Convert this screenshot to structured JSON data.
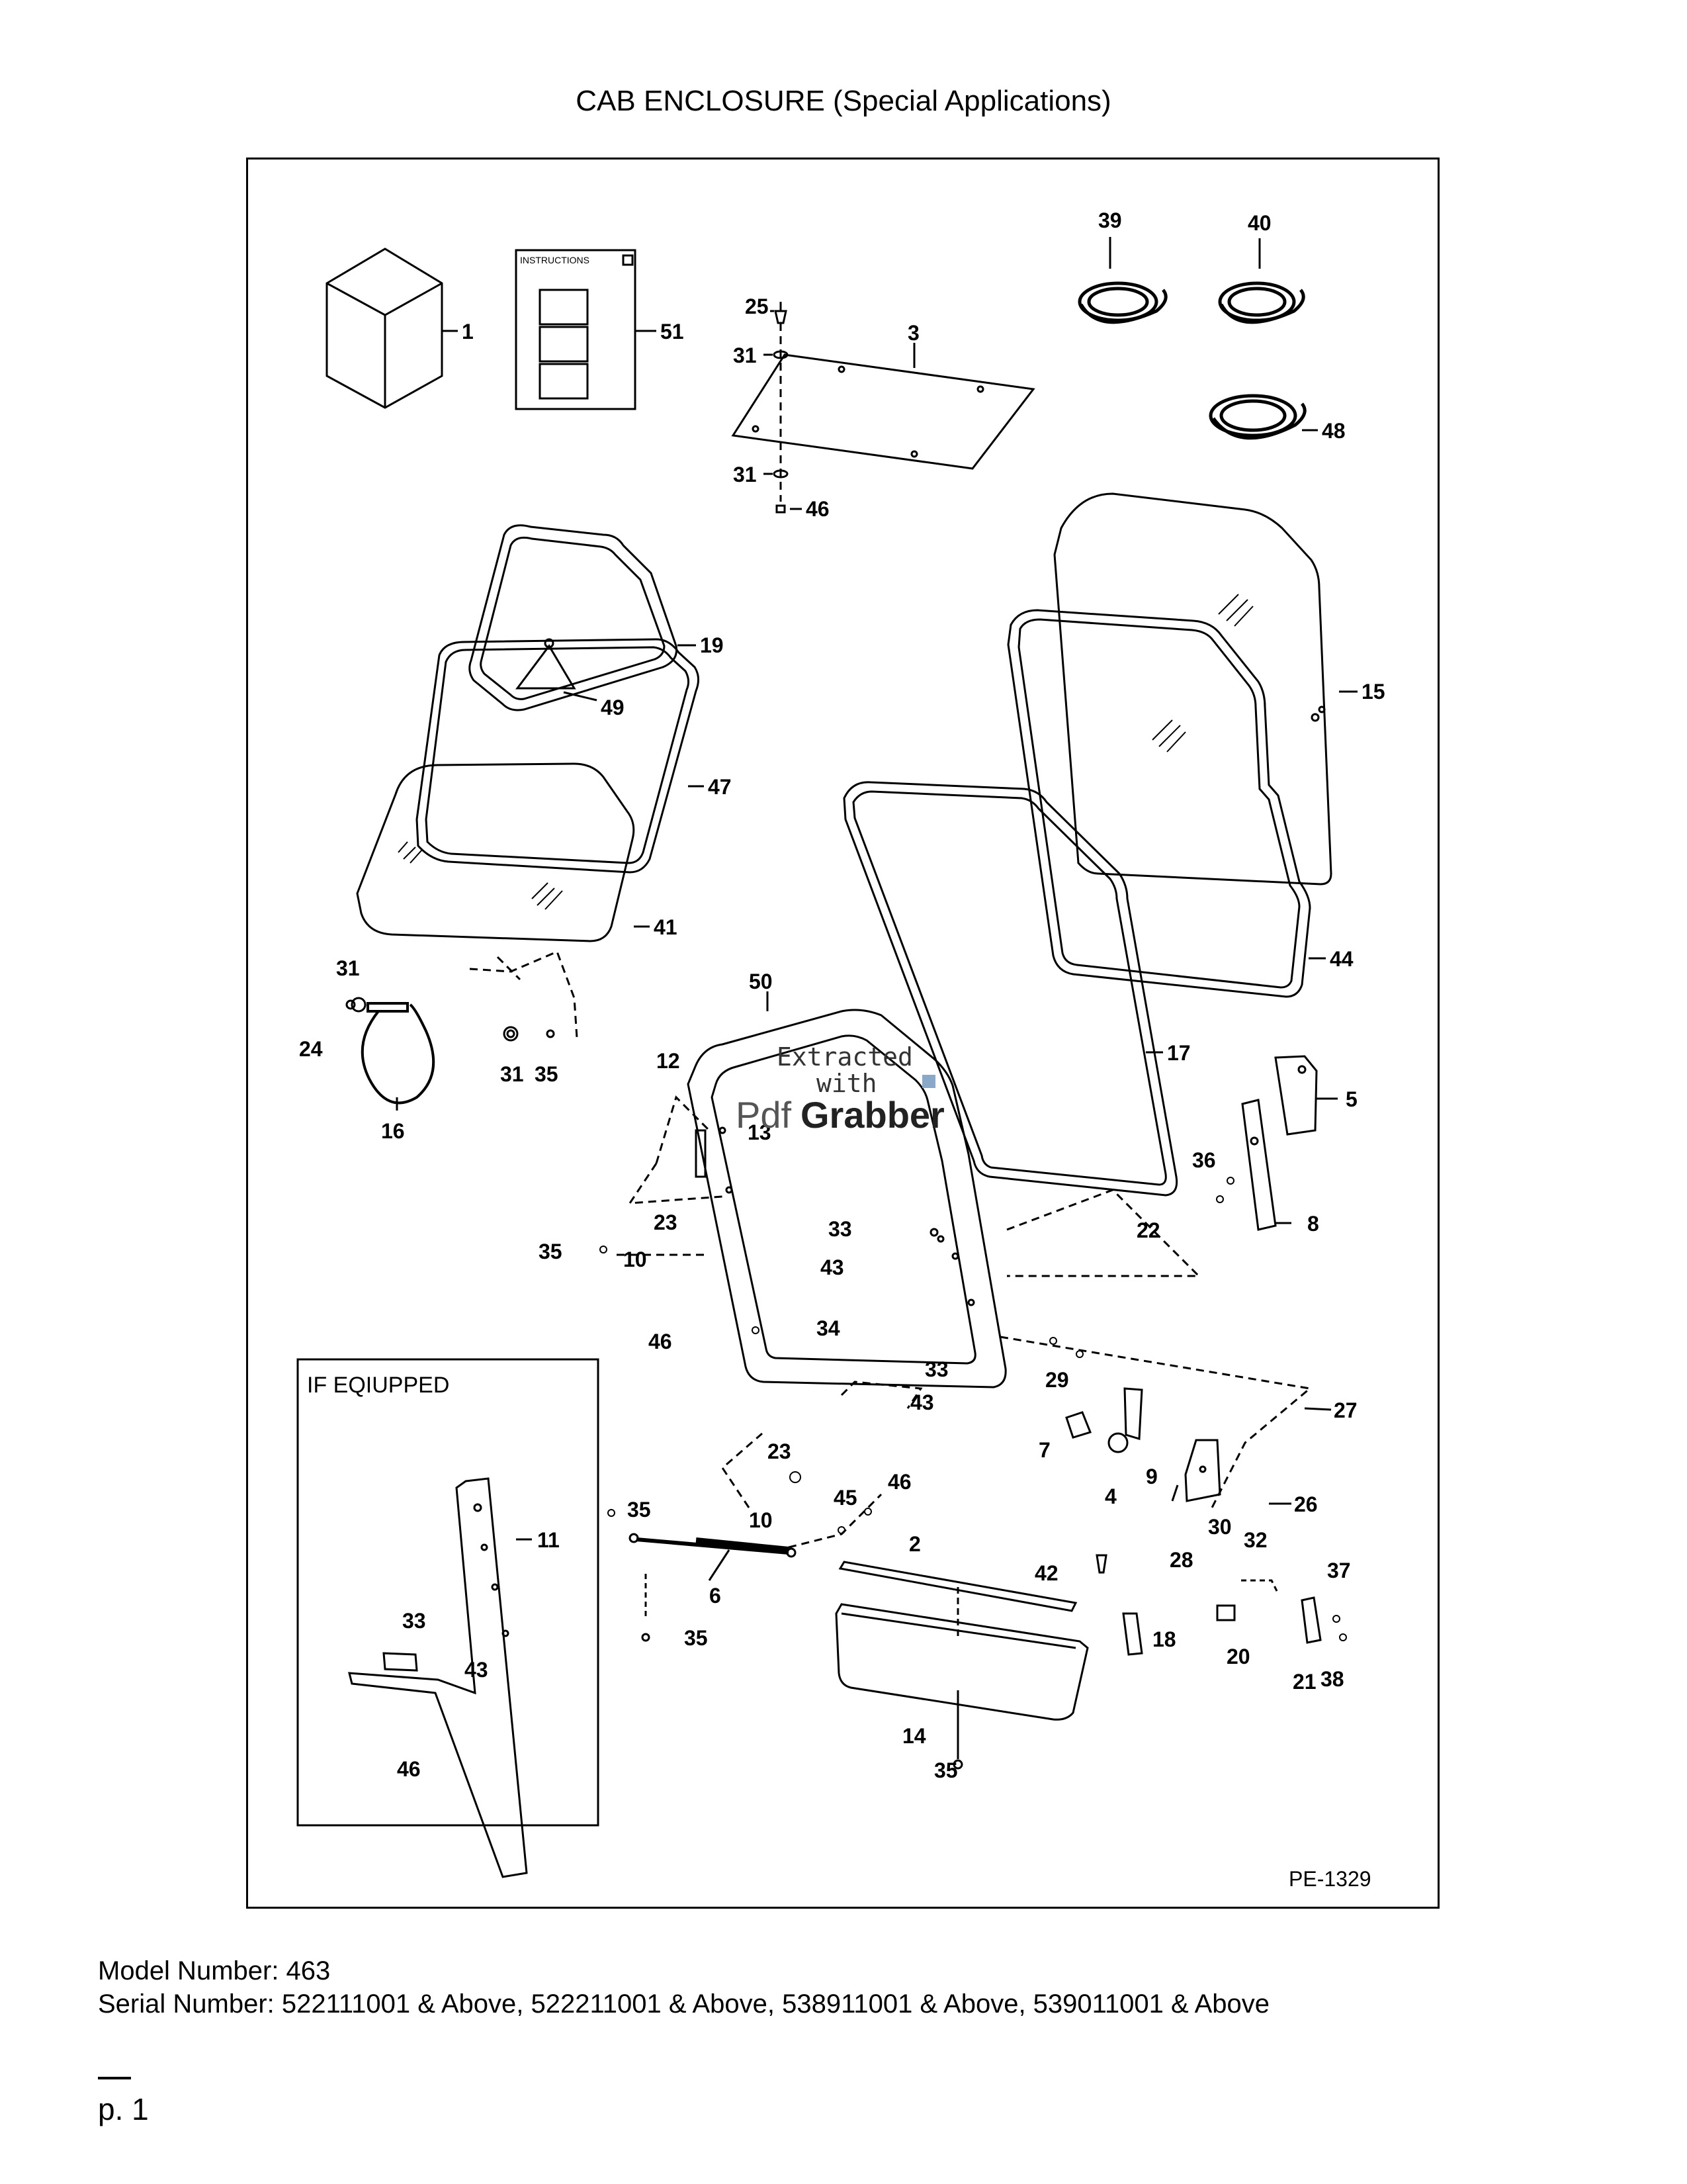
{
  "page": {
    "title": "CAB ENCLOSURE (Special Applications)",
    "model_line": "Model Number: 463",
    "serial_line": "Serial Number: 522111001 & Above, 522211001 & Above, 538911001 & Above, 539011001 & Above",
    "page_number": "p. 1"
  },
  "diagram": {
    "figure_code": "PE-1329",
    "inset_title": "IF EQIUPPED",
    "instructions_text": "INSTRUCTIONS",
    "watermark": {
      "line1": "Extracted",
      "line2": "with",
      "brand_a": "Pdf",
      "brand_b": "Grabber"
    },
    "callouts": {
      "c1": "1",
      "c51": "51",
      "c25": "25",
      "c31a": "31",
      "c3": "3",
      "c31b": "31",
      "c46a": "46",
      "c39": "39",
      "c40": "40",
      "c48": "48",
      "c19": "19",
      "c49": "49",
      "c47": "47",
      "c41": "41",
      "c15": "15",
      "c44": "44",
      "c17": "17",
      "c50": "50",
      "c31c": "31",
      "c24": "24",
      "c31d": "31",
      "c35a": "35",
      "c16": "16",
      "c12": "12",
      "c13": "13",
      "c23a": "23",
      "c35b": "35",
      "c10a": "10",
      "c33a": "33",
      "c43a": "43",
      "c46b": "46",
      "c34": "34",
      "c33b": "33",
      "c43b": "43",
      "c23b": "23",
      "c35c": "35",
      "c10b": "10",
      "c45": "45",
      "c46c": "46",
      "c6": "6",
      "c35d": "35",
      "c5": "5",
      "c36": "36",
      "c22": "22",
      "c8": "8",
      "c29": "29",
      "c7": "7",
      "c4": "4",
      "c9": "9",
      "c27": "27",
      "c30": "30",
      "c26": "26",
      "c28": "28",
      "c32": "32",
      "c37": "37",
      "c20": "20",
      "c21": "21",
      "c38": "38",
      "c2": "2",
      "c42": "42",
      "c18": "18",
      "c14": "14",
      "c35e": "35",
      "c11": "11",
      "c33c": "33",
      "c43c": "43",
      "c46d": "46"
    }
  }
}
